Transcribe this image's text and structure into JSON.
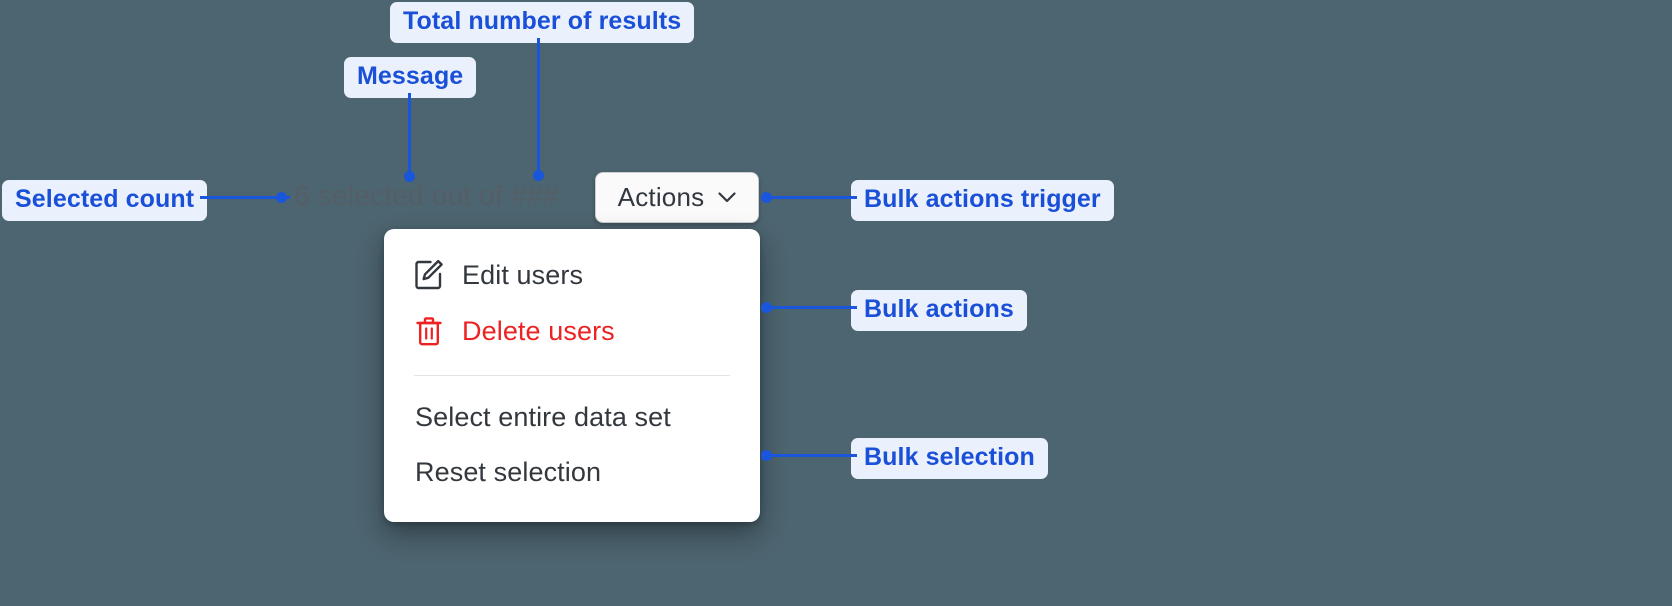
{
  "canvas": {
    "background_color": "#4d6570",
    "annotation_color": "#1a56db",
    "annotation_pill_bg": "#eaf1fd"
  },
  "selection_bar": {
    "message": "6 selected out of ###",
    "selected_count": "6",
    "total_results_placeholder": "###",
    "actions_button": {
      "label": "Actions",
      "chevron_icon": "chevron-down-icon"
    }
  },
  "dropdown": {
    "groups": [
      {
        "name": "bulk-actions",
        "items": [
          {
            "label": "Edit users",
            "icon": "edit-pencil-square-icon",
            "tone": "default"
          },
          {
            "label": "Delete users",
            "icon": "trash-icon",
            "tone": "danger"
          }
        ]
      },
      {
        "name": "bulk-selection",
        "items": [
          {
            "label": "Select entire data set",
            "icon": null,
            "tone": "default"
          },
          {
            "label": "Reset selection",
            "icon": null,
            "tone": "default"
          }
        ]
      }
    ]
  },
  "annotations": [
    {
      "id": "total-results",
      "label": "Total number of results"
    },
    {
      "id": "message",
      "label": "Message"
    },
    {
      "id": "selected-count",
      "label": "Selected count"
    },
    {
      "id": "bulk-actions-trigger",
      "label": "Bulk actions trigger"
    },
    {
      "id": "bulk-actions",
      "label": "Bulk actions"
    },
    {
      "id": "bulk-selection",
      "label": "Bulk selection"
    }
  ]
}
